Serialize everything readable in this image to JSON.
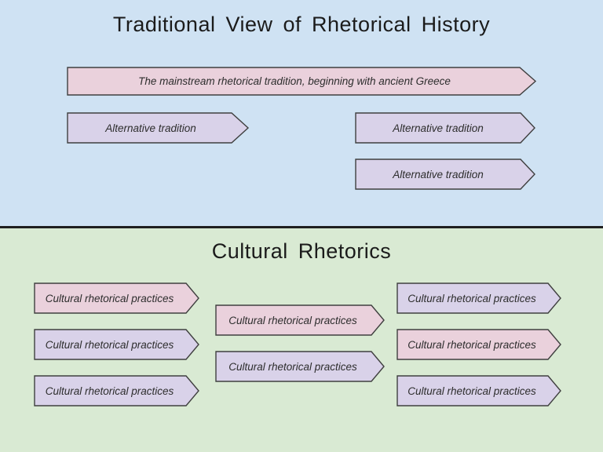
{
  "palette": {
    "top_background": "#cfe2f3",
    "bottom_background": "#d9ead3",
    "pink_fill": "#ead1dc",
    "purple_fill": "#d9d2e9",
    "shape_border": "#3f3f3f",
    "divider_line": "#1f1f1f",
    "title_text": "#1b1b1b",
    "label_text": "#2d2d2d"
  },
  "top_section": {
    "title": "Traditional View of Rhetorical History",
    "main_arrow": {
      "label": "The mainstream rhetorical tradition, beginning with ancient Greece",
      "fill": "#ead1dc"
    },
    "alternative_arrows": [
      {
        "label": "Alternative tradition",
        "fill": "#d9d2e9"
      },
      {
        "label": "Alternative tradition",
        "fill": "#d9d2e9"
      },
      {
        "label": "Alternative tradition",
        "fill": "#d9d2e9"
      }
    ]
  },
  "bottom_section": {
    "title": "Cultural Rhetorics",
    "columns": {
      "left": [
        {
          "label": "Cultural rhetorical practices",
          "fill": "#ead1dc"
        },
        {
          "label": "Cultural rhetorical practices",
          "fill": "#d9d2e9"
        },
        {
          "label": "Cultural rhetorical practices",
          "fill": "#d9d2e9"
        }
      ],
      "middle": [
        {
          "label": "Cultural rhetorical practices",
          "fill": "#ead1dc"
        },
        {
          "label": "Cultural rhetorical practices",
          "fill": "#d9d2e9"
        }
      ],
      "right": [
        {
          "label": "Cultural rhetorical practices",
          "fill": "#d9d2e9"
        },
        {
          "label": "Cultural rhetorical practices",
          "fill": "#ead1dc"
        },
        {
          "label": "Cultural rhetorical practices",
          "fill": "#d9d2e9"
        }
      ]
    }
  }
}
